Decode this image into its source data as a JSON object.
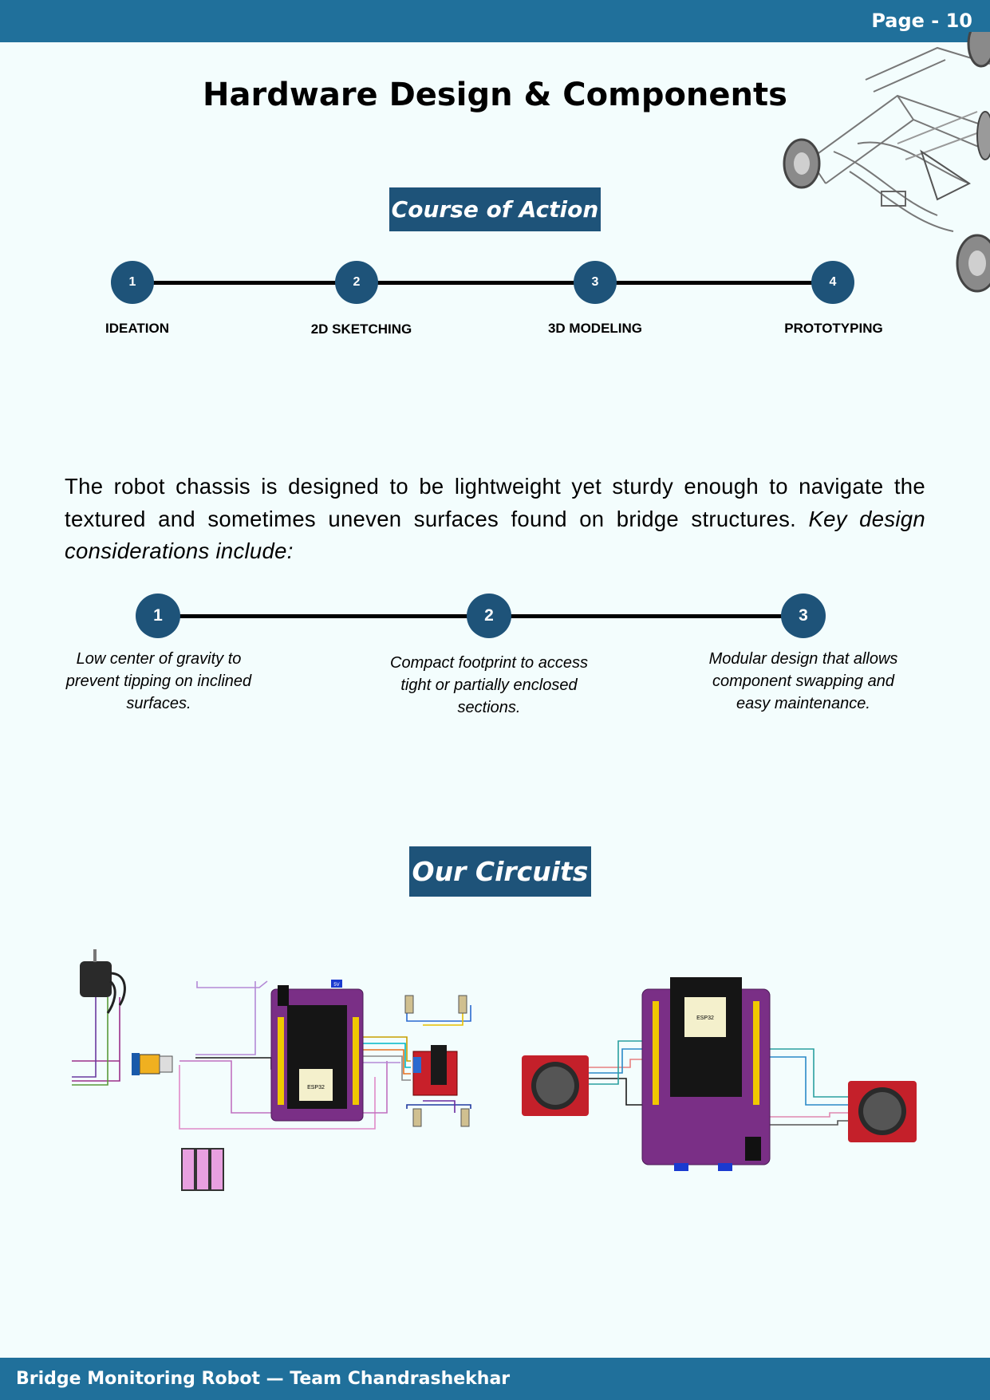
{
  "header": {
    "page_label": "Page - 10"
  },
  "title": "Hardware Design & Components",
  "course_of_action": {
    "heading": "Course of Action",
    "steps": [
      {
        "number": "1",
        "label": "IDEATION"
      },
      {
        "number": "2",
        "label": "2D SKETCHING"
      },
      {
        "number": "3",
        "label": "3D MODELING"
      },
      {
        "number": "4",
        "label": "PROTOTYPING"
      }
    ]
  },
  "paragraph": {
    "text": "The robot chassis is designed to be lightweight yet sturdy enough to navigate the textured and sometimes uneven surfaces found on bridge structures.",
    "emphasis": "Key design considerations include:"
  },
  "considerations": [
    {
      "number": "1",
      "text": "Low center of gravity to prevent tipping on inclined surfaces."
    },
    {
      "number": "2",
      "text": "Compact footprint to access tight or partially enclosed sections."
    },
    {
      "number": "3",
      "text": "Modular design that allows component swapping and easy maintenance."
    }
  ],
  "circuits": {
    "heading": "Our Circuits",
    "board_label": "ESP32",
    "pin_label_5v": "5V"
  },
  "footer": {
    "text": "Bridge Monitoring Robot — Team Chandrashekhar"
  },
  "colors": {
    "bar": "#20709b",
    "badge": "#1e5379",
    "background": "#f3fdfd",
    "board": "#7a2f86"
  }
}
